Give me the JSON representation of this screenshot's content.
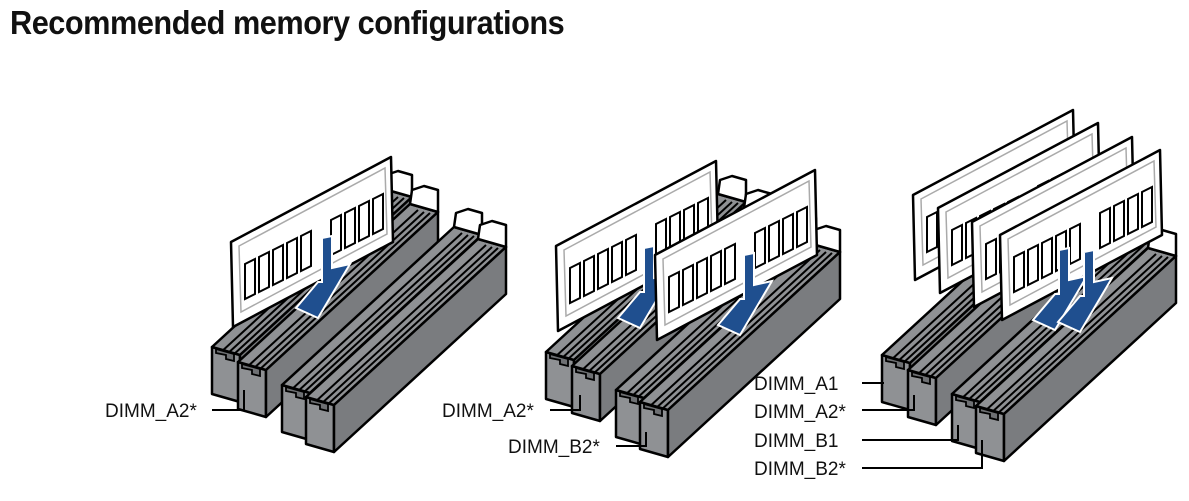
{
  "title": "Recommended memory configurations",
  "colors": {
    "slot_fill": "#8f9194",
    "slot_dark": "#6e7073",
    "outline": "#000000",
    "module_fill": "#ffffff",
    "arrow": "#1f4f8f",
    "latch": "#ffffff"
  },
  "configurations": [
    {
      "name": "one-module",
      "modules_installed": 1,
      "labels": [
        "DIMM_A2*"
      ]
    },
    {
      "name": "two-modules",
      "modules_installed": 2,
      "labels": [
        "DIMM_A2*",
        "DIMM_B2*"
      ]
    },
    {
      "name": "four-modules",
      "modules_installed": 4,
      "labels": [
        "DIMM_A1",
        "DIMM_A2*",
        "DIMM_B1",
        "DIMM_B2*"
      ]
    }
  ]
}
